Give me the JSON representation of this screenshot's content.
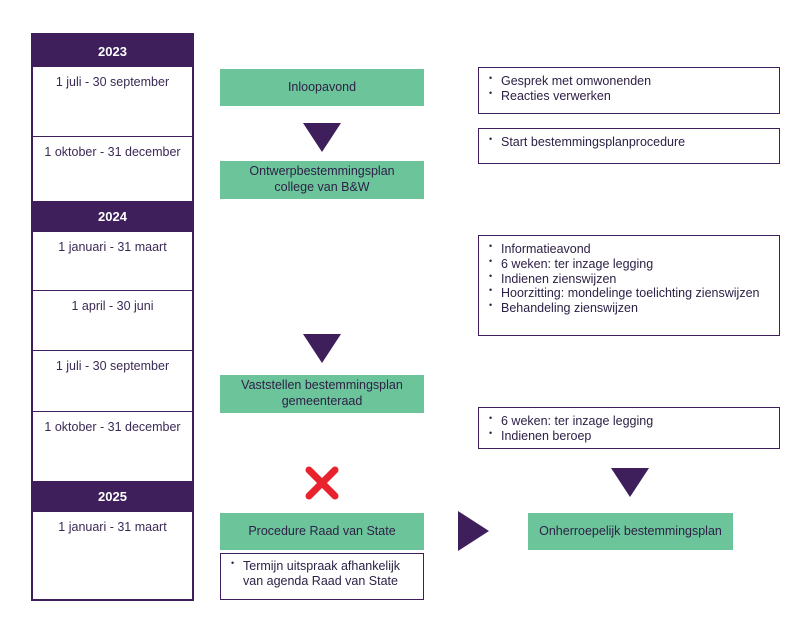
{
  "timeline": {
    "years": [
      "2023",
      "2024",
      "2025"
    ],
    "periods": [
      "1 juli - 30 september",
      "1 oktober - 31 december",
      "1 januari - 31 maart",
      "1 april - 30 juni",
      "1 juli - 30 september",
      "1 oktober - 31 december",
      "1 januari - 31 maart"
    ]
  },
  "steps": {
    "inloopavond": "Inloopavond",
    "ontwerp_line1": "Ontwerpbestemmingsplan",
    "ontwerp_line2": "college van B&W",
    "vaststellen_line1": "Vaststellen bestemmingsplan",
    "vaststellen_line2": "gemeenteraad",
    "raad_van_state": "Procedure Raad van State",
    "onherroepelijk": "Onherroepelijk bestemmingsplan"
  },
  "notes": {
    "box1": [
      "Gesprek met omwonenden",
      "Reacties verwerken"
    ],
    "box2": [
      "Start bestemmingsplanprocedure"
    ],
    "box3": [
      "Informatieavond",
      "6 weken: ter inzage legging",
      "Indienen zienswijzen",
      "Hoorzitting: mondelinge toelichting zienswijzen",
      "Behandeling zienswijzen"
    ],
    "box4": [
      "6 weken: ter inzage legging",
      "Indienen beroep"
    ],
    "box5_line1": "Termijn uitspraak afhankelijk",
    "box5_line2": "van agenda Raad van State"
  },
  "colors": {
    "purple": "#3e1f5c",
    "green": "#6cc49b",
    "cross": "#e8232d"
  },
  "icons": {
    "cross": "red-x-icon",
    "arrow_down": "down-triangle-icon",
    "arrow_right": "right-triangle-icon"
  }
}
